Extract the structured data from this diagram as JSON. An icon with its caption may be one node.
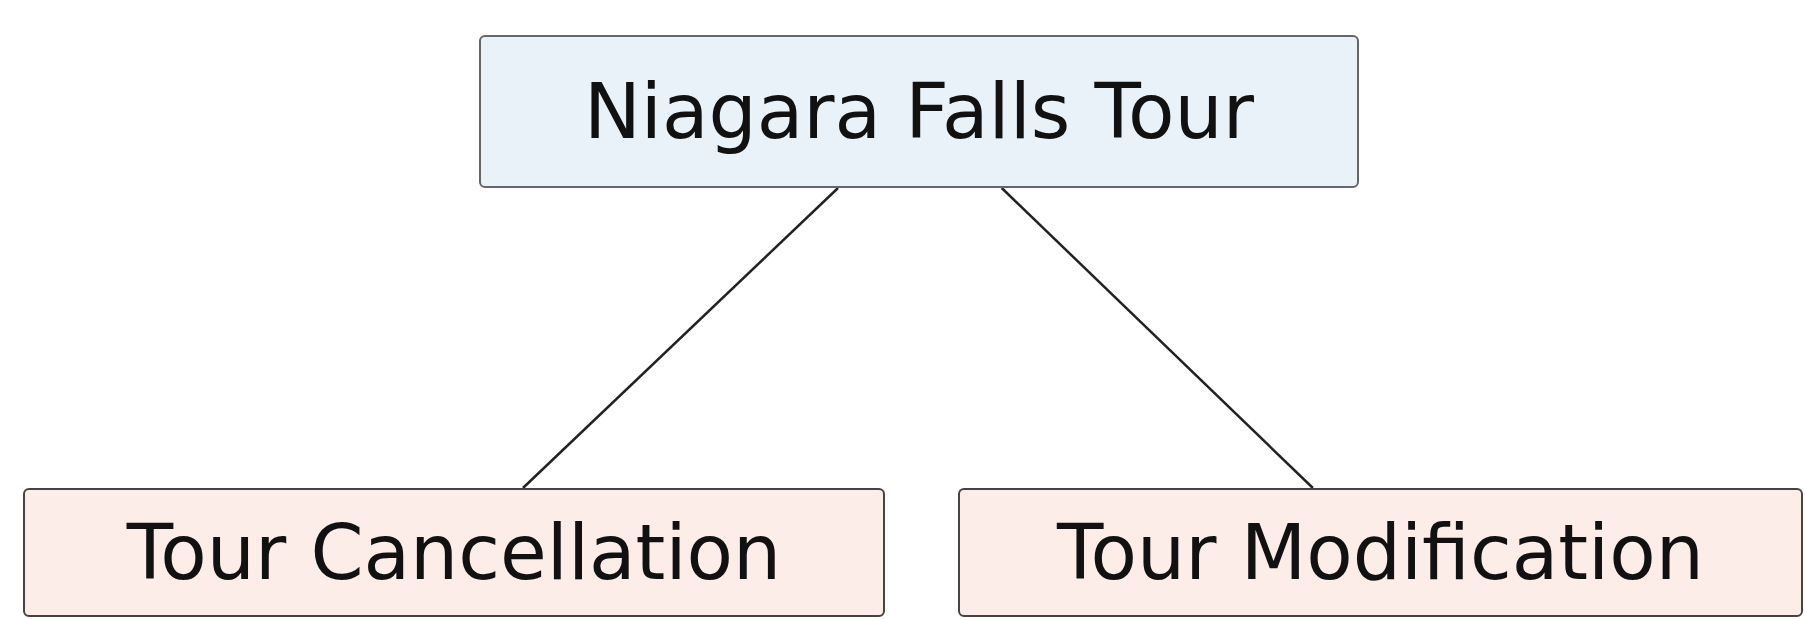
{
  "diagram": {
    "nodes": [
      {
        "text": [
          "Niagara Falls Tour"
        ]
      },
      {
        "text": [
          "Tour Cancellation"
        ]
      },
      {
        "text": [
          "Tour Modification"
        ]
      }
    ],
    "edges": [
      {
        "from": 0,
        "to": 1,
        "arrow": "none"
      },
      {
        "from": 0,
        "to": 2,
        "arrow": "none"
      }
    ]
  }
}
